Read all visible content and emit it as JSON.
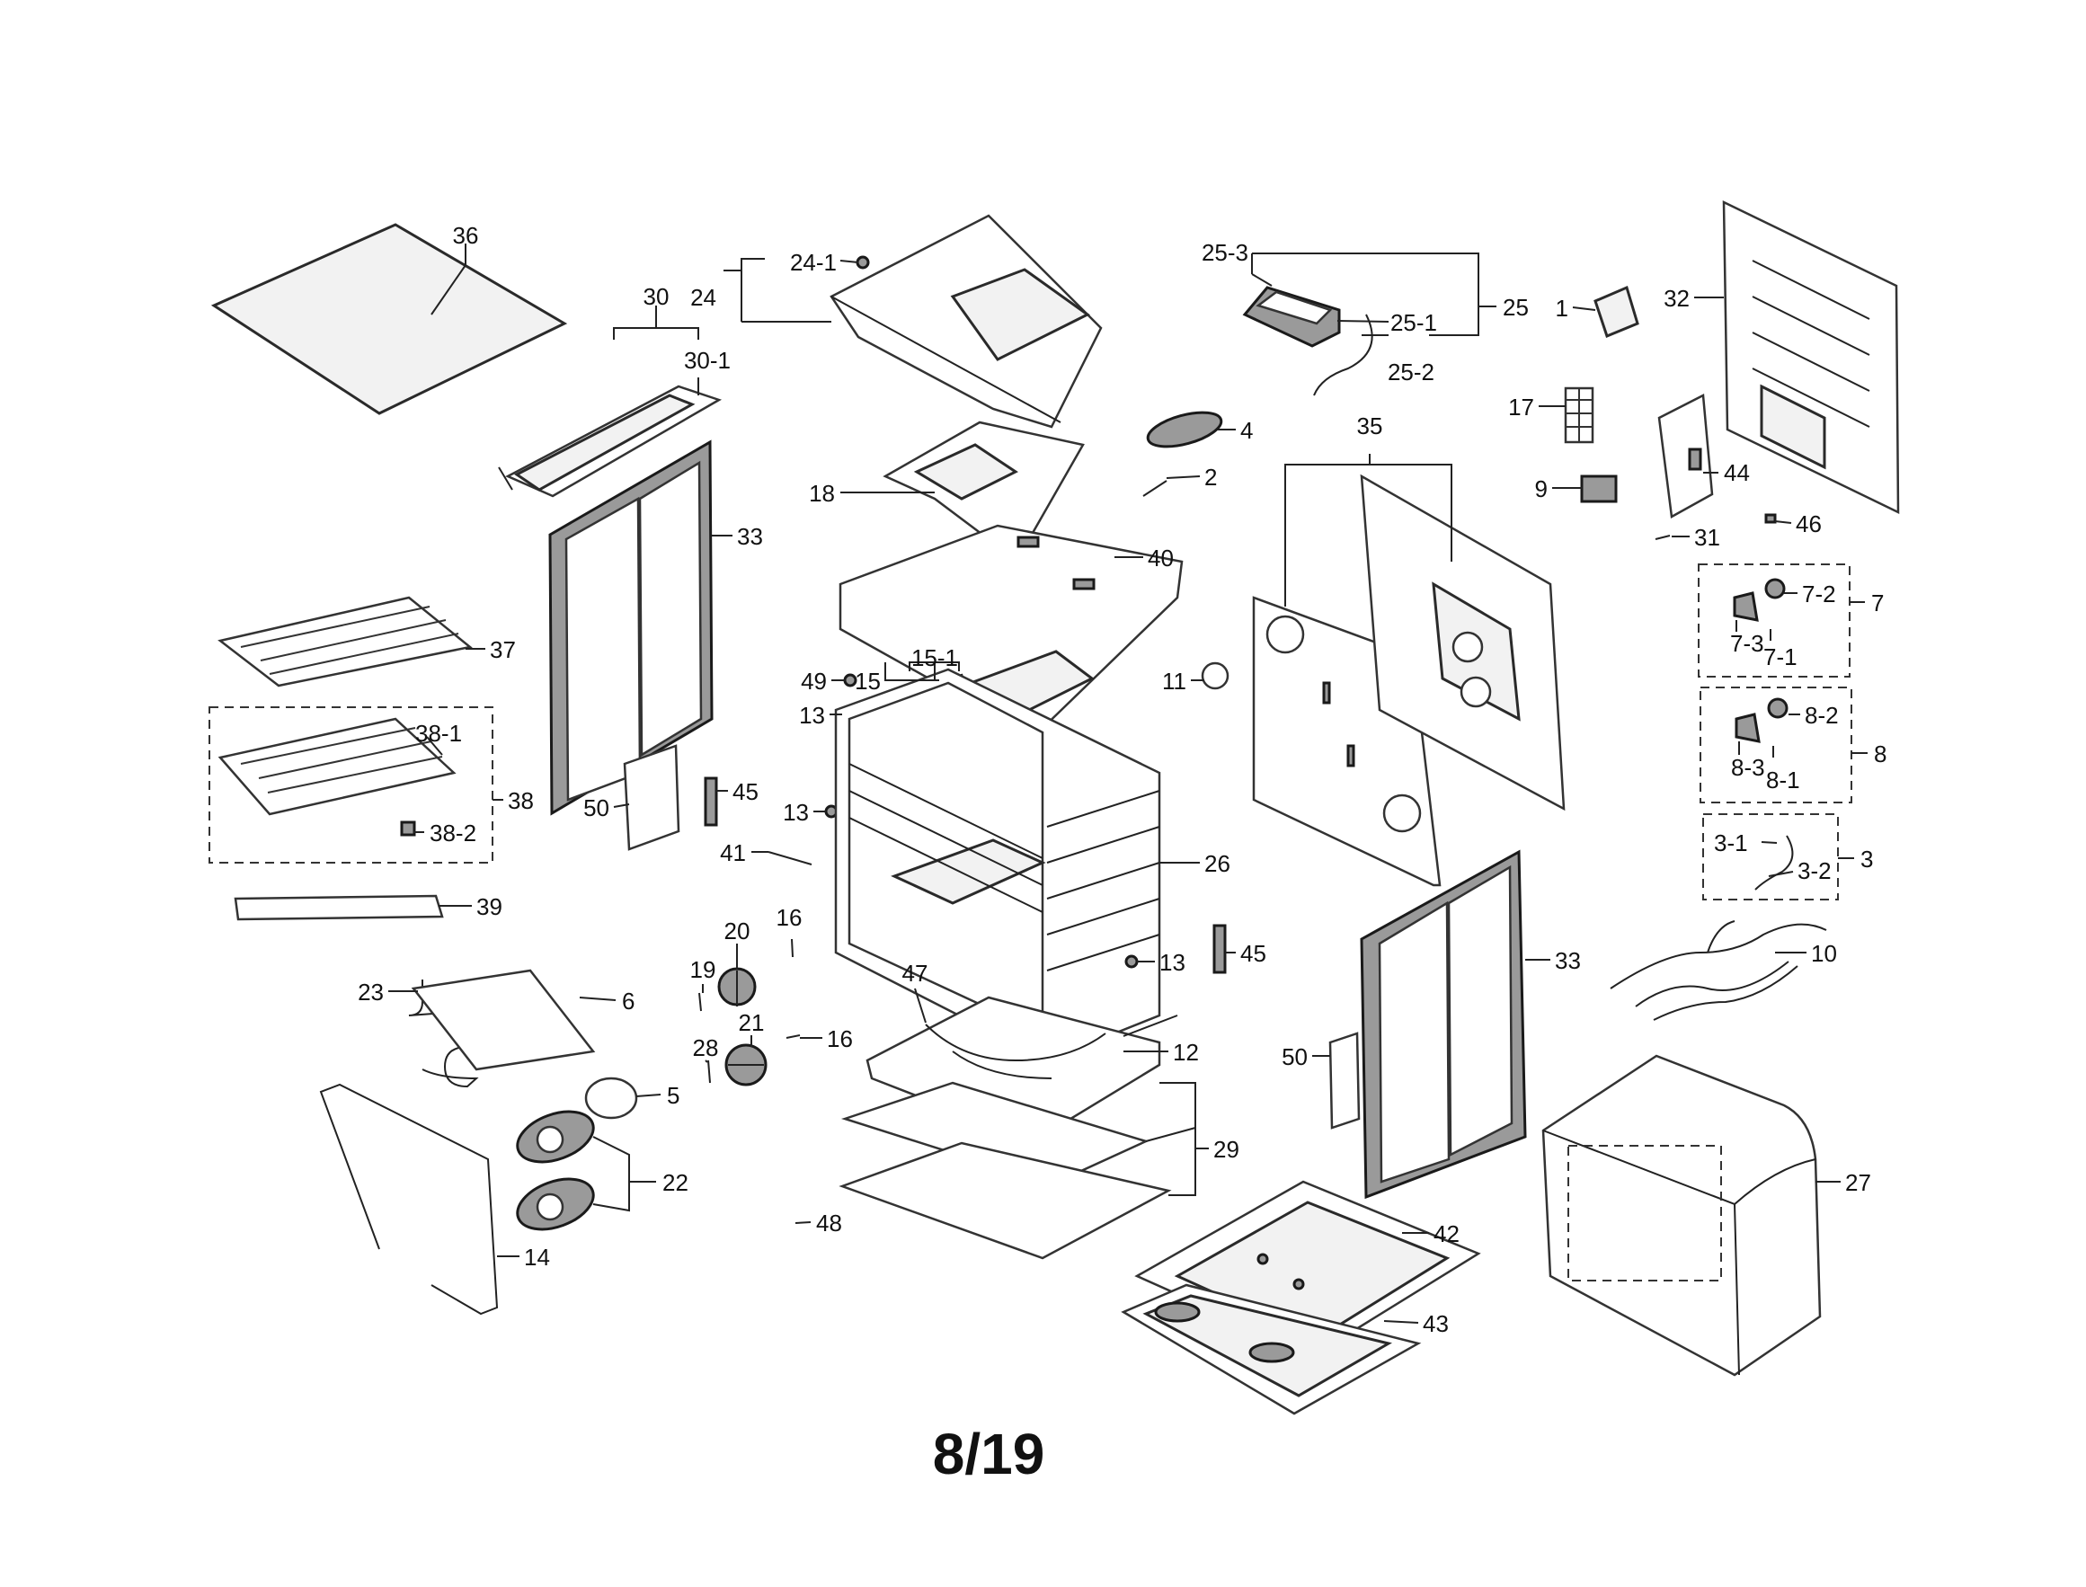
{
  "diagram": {
    "page_label": "8/19",
    "callouts": [
      {
        "id": "c36",
        "text": "36"
      },
      {
        "id": "c30",
        "text": "30"
      },
      {
        "id": "c30-1",
        "text": "30-1"
      },
      {
        "id": "c24",
        "text": "24"
      },
      {
        "id": "c24-1",
        "text": "24-1"
      },
      {
        "id": "c25-3",
        "text": "25-3"
      },
      {
        "id": "c25",
        "text": "25"
      },
      {
        "id": "c25-1",
        "text": "25-1"
      },
      {
        "id": "c25-2",
        "text": "25-2"
      },
      {
        "id": "c32",
        "text": "32"
      },
      {
        "id": "c1",
        "text": "1"
      },
      {
        "id": "c17",
        "text": "17"
      },
      {
        "id": "c44",
        "text": "44"
      },
      {
        "id": "c9",
        "text": "9"
      },
      {
        "id": "c46",
        "text": "46"
      },
      {
        "id": "c31",
        "text": "31"
      },
      {
        "id": "c4",
        "text": "4"
      },
      {
        "id": "c2",
        "text": "2"
      },
      {
        "id": "c18",
        "text": "18"
      },
      {
        "id": "c35",
        "text": "35"
      },
      {
        "id": "c33a",
        "text": "33"
      },
      {
        "id": "c40",
        "text": "40"
      },
      {
        "id": "c37",
        "text": "37"
      },
      {
        "id": "c7",
        "text": "7"
      },
      {
        "id": "c7-2",
        "text": "7-2"
      },
      {
        "id": "c7-3",
        "text": "7-3"
      },
      {
        "id": "c7-1",
        "text": "7-1"
      },
      {
        "id": "c11",
        "text": "11"
      },
      {
        "id": "c49",
        "text": "49"
      },
      {
        "id": "c15",
        "text": "15"
      },
      {
        "id": "c15-1",
        "text": "15-1"
      },
      {
        "id": "c13a",
        "text": "13"
      },
      {
        "id": "c38-1",
        "text": "38-1"
      },
      {
        "id": "c38",
        "text": "38"
      },
      {
        "id": "c38-2",
        "text": "38-2"
      },
      {
        "id": "c45a",
        "text": "45"
      },
      {
        "id": "c50a",
        "text": "50"
      },
      {
        "id": "c13b",
        "text": "13"
      },
      {
        "id": "c41",
        "text": "41"
      },
      {
        "id": "c8",
        "text": "8"
      },
      {
        "id": "c8-2",
        "text": "8-2"
      },
      {
        "id": "c8-3",
        "text": "8-3"
      },
      {
        "id": "c8-1",
        "text": "8-1"
      },
      {
        "id": "c3",
        "text": "3"
      },
      {
        "id": "c3-1",
        "text": "3-1"
      },
      {
        "id": "c3-2",
        "text": "3-2"
      },
      {
        "id": "c26",
        "text": "26"
      },
      {
        "id": "c39",
        "text": "39"
      },
      {
        "id": "c20",
        "text": "20"
      },
      {
        "id": "c16a",
        "text": "16"
      },
      {
        "id": "c45b",
        "text": "45"
      },
      {
        "id": "c13c",
        "text": "13"
      },
      {
        "id": "c33b",
        "text": "33"
      },
      {
        "id": "c10",
        "text": "10"
      },
      {
        "id": "c47",
        "text": "47"
      },
      {
        "id": "c19",
        "text": "19"
      },
      {
        "id": "c23",
        "text": "23"
      },
      {
        "id": "c6",
        "text": "6"
      },
      {
        "id": "c21",
        "text": "21"
      },
      {
        "id": "c28",
        "text": "28"
      },
      {
        "id": "c16b",
        "text": "16"
      },
      {
        "id": "c12",
        "text": "12"
      },
      {
        "id": "c5",
        "text": "5"
      },
      {
        "id": "c50b",
        "text": "50"
      },
      {
        "id": "c29",
        "text": "29"
      },
      {
        "id": "c22",
        "text": "22"
      },
      {
        "id": "c27",
        "text": "27"
      },
      {
        "id": "c14",
        "text": "14"
      },
      {
        "id": "c48",
        "text": "48"
      },
      {
        "id": "c42",
        "text": "42"
      },
      {
        "id": "c43",
        "text": "43"
      }
    ]
  }
}
